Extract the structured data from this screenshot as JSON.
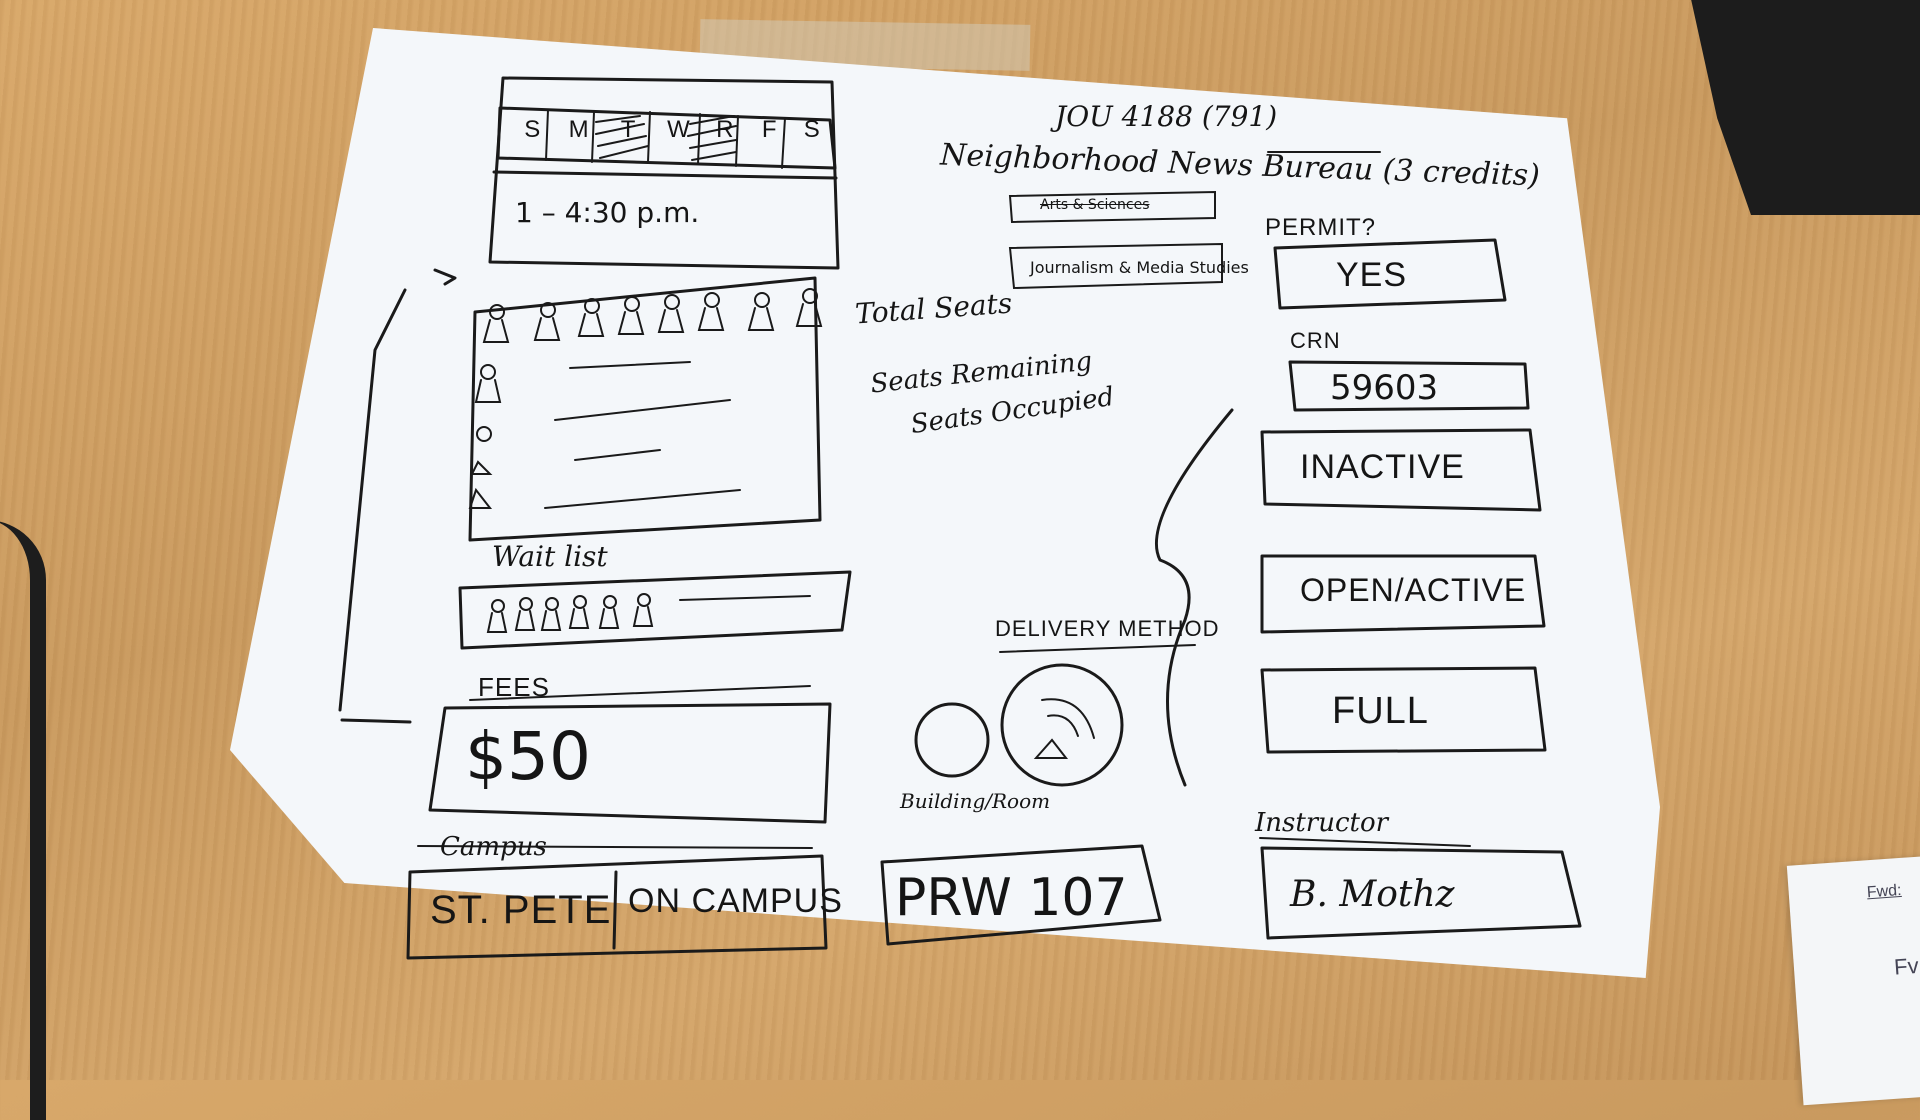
{
  "course": {
    "code": "JOU 4188 (791)",
    "title": "Neighborhood News Bureau (3 credits)",
    "college": "Arts & Sciences",
    "department": "Journalism & Media Studies"
  },
  "schedule": {
    "days": [
      "S",
      "M",
      "T",
      "W",
      "R",
      "F",
      "S"
    ],
    "selected_days": [
      "T",
      "R"
    ],
    "time": "1 – 4:30 p.m."
  },
  "seats": {
    "total_label": "Total Seats",
    "remaining_label": "Seats Remaining",
    "occupied_label": "Seats Occupied"
  },
  "waitlist": {
    "label": "Wait list"
  },
  "fees": {
    "label": "FEES",
    "amount": "$50"
  },
  "campus": {
    "label": "Campus",
    "name": "ST. PETE",
    "type": "ON CAMPUS"
  },
  "delivery": {
    "label": "DELIVERY METHOD"
  },
  "building_room": {
    "label": "Building/Room",
    "value": "PRW 107"
  },
  "permit": {
    "label": "PERMIT?",
    "value": "YES"
  },
  "crn": {
    "label": "CRN",
    "value": "59603"
  },
  "status_options": [
    "INACTIVE",
    "OPEN/ACTIVE",
    "FULL"
  ],
  "instructor": {
    "label": "Instructor",
    "value": "B. Mothz"
  },
  "side_paper": {
    "line1": "Fwd:",
    "line2": "Fv"
  }
}
